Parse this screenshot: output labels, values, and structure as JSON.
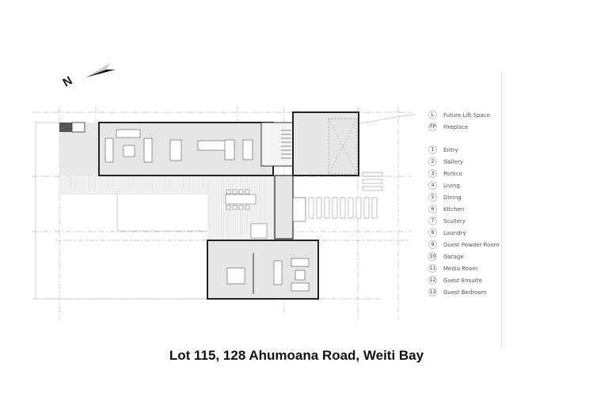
{
  "title": "Lot 115, 128 Ahumoana Road, Weiti Bay",
  "north_label": "N",
  "legend": {
    "symbols": [
      {
        "badge": "L",
        "label": "Future Lift Space"
      },
      {
        "badge": "FP",
        "label": "Fireplace"
      }
    ],
    "rooms": [
      {
        "badge": "1",
        "label": "Entry"
      },
      {
        "badge": "2",
        "label": "Gallery"
      },
      {
        "badge": "3",
        "label": "Portico"
      },
      {
        "badge": "4",
        "label": "Living"
      },
      {
        "badge": "5",
        "label": "Dining"
      },
      {
        "badge": "6",
        "label": "Kitchen"
      },
      {
        "badge": "7",
        "label": "Scullery"
      },
      {
        "badge": "8",
        "label": "Laundry"
      },
      {
        "badge": "9",
        "label": "Guest Powder Room"
      },
      {
        "badge": "10",
        "label": "Garage"
      },
      {
        "badge": "11",
        "label": "Media Room"
      },
      {
        "badge": "12",
        "label": "Guest Ensuite"
      },
      {
        "badge": "13",
        "label": "Guest Bedroom"
      }
    ]
  },
  "colors": {
    "floor_fill": "#e6e6e6",
    "wall": "#2a2a2a",
    "grid_line": "#b8b8b8",
    "deck": "#efefef"
  }
}
